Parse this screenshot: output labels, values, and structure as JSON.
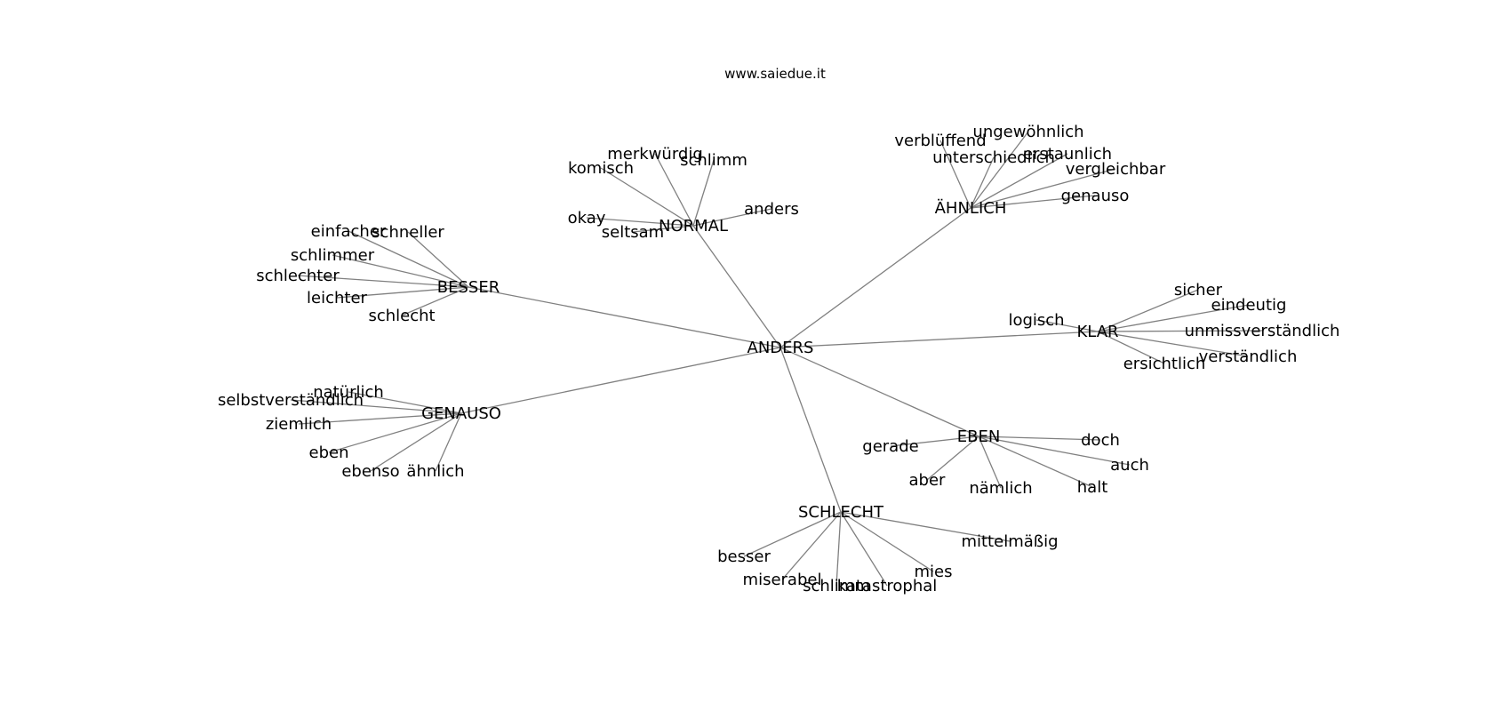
{
  "source": "www.saiedue.it",
  "colors": {
    "background": "#ffffff",
    "edge": "#808080",
    "text": "#000000"
  },
  "center": "ANDERS",
  "hubs": [
    {
      "id": "normal",
      "label": "NORMAL",
      "words": [
        "komisch",
        "merkwürdig",
        "schlimm",
        "anders",
        "okay",
        "seltsam"
      ]
    },
    {
      "id": "aehnlich",
      "label": "ÄHNLICH",
      "words": [
        "verblüffend",
        "ungewöhnlich",
        "unterschiedlich",
        "erstaunlich",
        "vergleichbar",
        "genauso"
      ]
    },
    {
      "id": "besser",
      "label": "BESSER",
      "words": [
        "einfacher",
        "schneller",
        "schlimmer",
        "schlechter",
        "leichter",
        "schlecht"
      ]
    },
    {
      "id": "klar",
      "label": "KLAR",
      "words": [
        "logisch",
        "sicher",
        "eindeutig",
        "unmissverständlich",
        "verständlich",
        "ersichtlich"
      ]
    },
    {
      "id": "genauso",
      "label": "GENAUSO",
      "words": [
        "natürlich",
        "selbstverständlich",
        "ziemlich",
        "eben",
        "ebenso",
        "ähnlich"
      ]
    },
    {
      "id": "eben",
      "label": "EBEN",
      "words": [
        "gerade",
        "doch",
        "auch",
        "aber",
        "nämlich",
        "halt"
      ]
    },
    {
      "id": "schlecht",
      "label": "SCHLECHT",
      "words": [
        "besser",
        "miserabel",
        "schlimm",
        "katastrophal",
        "mies",
        "mittelmäßig"
      ]
    }
  ]
}
